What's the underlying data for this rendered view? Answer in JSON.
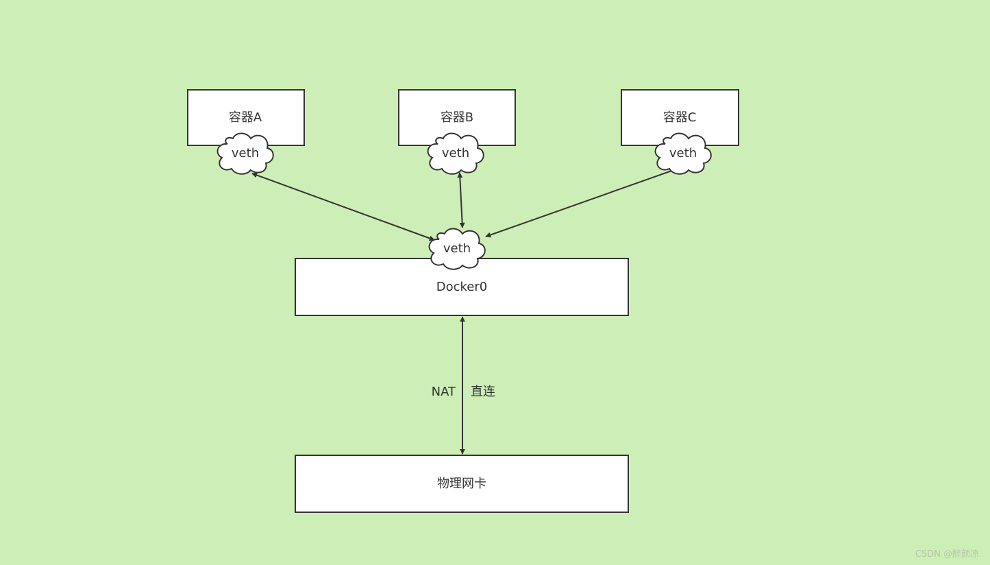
{
  "diagram": {
    "containers": [
      {
        "label": "容器A",
        "interface": "veth"
      },
      {
        "label": "容器B",
        "interface": "veth"
      },
      {
        "label": "容器C",
        "interface": "veth"
      }
    ],
    "bridge": {
      "label": "Docker0",
      "interface": "veth"
    },
    "physical": {
      "label": "物理网卡"
    },
    "uplink_labels": {
      "left": "NAT",
      "right": "直连"
    }
  },
  "watermark": "CSDN @醉颜凉",
  "colors": {
    "background": "#cdeeb6",
    "node_fill": "#ffffff",
    "stroke": "#333333",
    "text": "#333333"
  }
}
